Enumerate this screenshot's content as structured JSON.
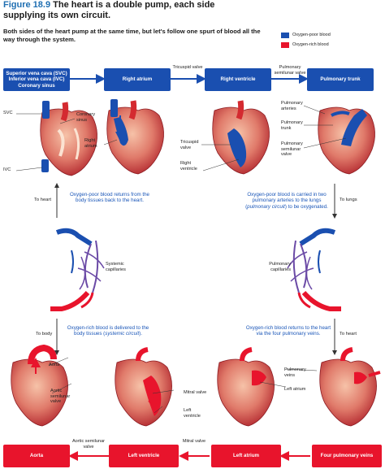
{
  "title": {
    "figure": "Figure 18.9",
    "text": "The heart is a double pump, each side supplying its own circuit."
  },
  "intro": "Both sides of the heart pump at the same time, but let's follow one spurt of blood all the way through the system.",
  "legend": [
    {
      "label": "Oxygen-poor blood",
      "color": "#1a4fb0"
    },
    {
      "label": "Oxygen-rich blood",
      "color": "#e8142c"
    }
  ],
  "colors": {
    "oxygen_poor": "#1a4fb0",
    "oxygen_rich": "#e8142c",
    "heart": "#c8343a",
    "heart_light": "#f2a48e"
  },
  "top_flow": {
    "boxes": [
      "Superior vena cava (SVC) Inferior vena cava (IVC) Coronary sinus",
      "Right atrium",
      "Right ventricle",
      "Pulmonary trunk"
    ],
    "valves": [
      "Tricuspid valve",
      "Pulmonary semilunar valve"
    ]
  },
  "bottom_flow": {
    "boxes": [
      "Aorta",
      "Left ventricle",
      "Left atrium",
      "Four pulmonary veins"
    ],
    "valves": [
      "Aortic semilunar valve",
      "Mitral valve"
    ]
  },
  "top_labels": {
    "svc": "SVC",
    "coronary_sinus": "Coronary sinus",
    "ivc": "IVC",
    "right_atrium": "Right atrium",
    "tricuspid_valve": "Tricuspid valve",
    "right_ventricle": "Right ventricle",
    "pulmonary_arteries": "Pulmonary arteries",
    "pulmonary_trunk": "Pulmonary trunk",
    "pulmonary_semilunar_valve": "Pulmonary semilunar valve"
  },
  "bottom_labels": {
    "aorta": "Aorta",
    "aortic_semilunar_valve": "Aortic semilunar valve",
    "mitral_valve": "Mitral valve",
    "left_ventricle": "Left ventricle",
    "pulmonary_veins": "Pulmonary veins",
    "left_atrium": "Left atrium"
  },
  "middle": {
    "to_heart": "To heart",
    "to_lungs": "To lungs",
    "to_body": "To body",
    "to_heart_right": "To heart",
    "note_tl": "Oxygen-poor blood returns from the body tissues back to the heart.",
    "note_tr_1": "Oxygen-poor blood is carried in two pulmonary arteries to the lungs (",
    "note_tr_em": "pulmonary circuit",
    "note_tr_2": ") to be oxygenated.",
    "note_bl_1": "Oxygen-rich blood is delivered to the body tissues (",
    "note_bl_em": "systemic circuit",
    "note_bl_2": ").",
    "note_br": "Oxygen-rich blood returns to the heart via the four pulmonary veins.",
    "systemic": "Systemic capillaries",
    "pulmonary": "Pulmonary capillaries"
  }
}
